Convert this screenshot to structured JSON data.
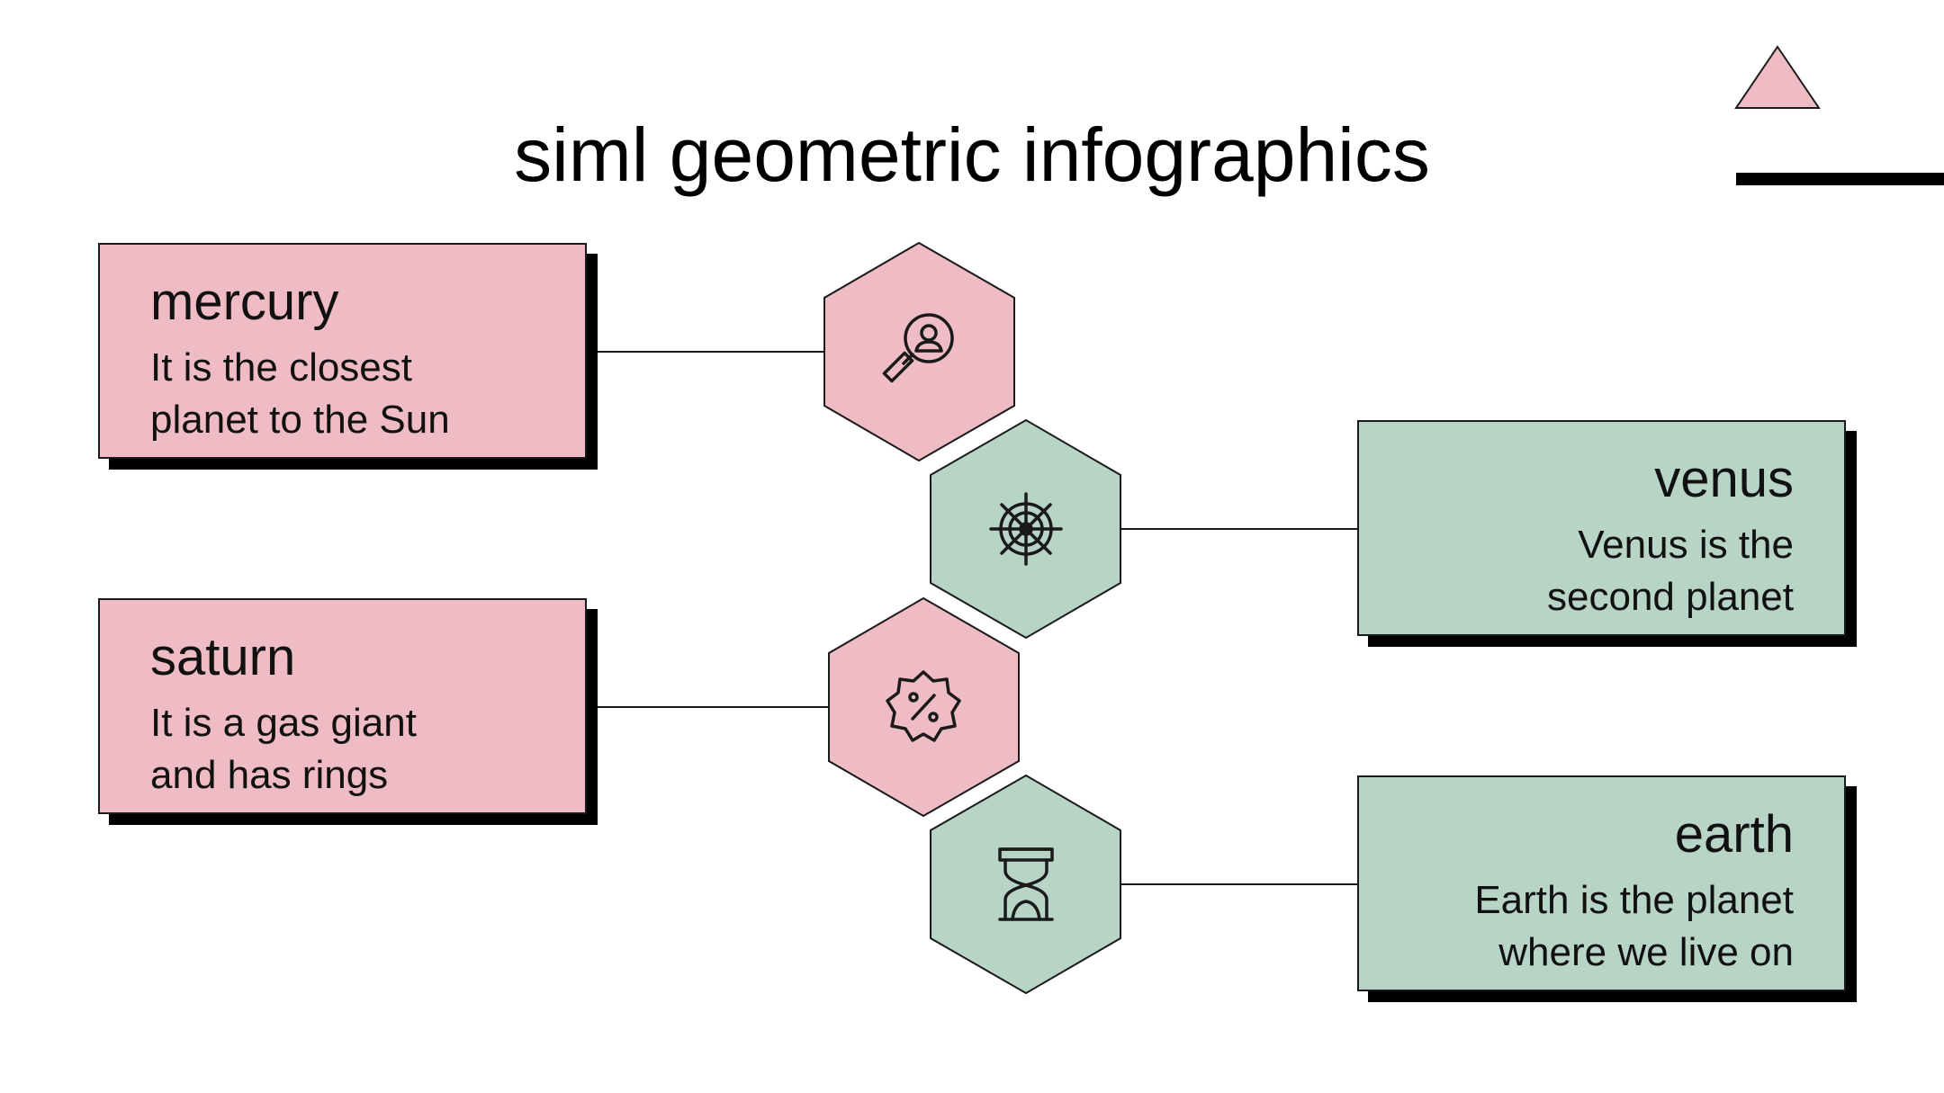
{
  "title": "siml geometric infographics",
  "colors": {
    "pink": "#efbbc4",
    "green": "#b7d4c7",
    "ink": "#1a1a1a"
  },
  "items": [
    {
      "id": "mercury",
      "heading": "mercury",
      "lines": [
        "It is the closest",
        "planet to the Sun"
      ],
      "icon": "person-magnifier-icon",
      "color": "pink"
    },
    {
      "id": "venus",
      "heading": "venus",
      "lines": [
        "Venus is the",
        "second planet"
      ],
      "icon": "ship-wheel-icon",
      "color": "green"
    },
    {
      "id": "saturn",
      "heading": "saturn",
      "lines": [
        "It is a gas giant",
        "and has rings"
      ],
      "icon": "discount-badge-icon",
      "color": "pink"
    },
    {
      "id": "earth",
      "heading": "earth",
      "lines": [
        "Earth is the planet",
        "where we live on"
      ],
      "icon": "hourglass-icon",
      "color": "green"
    }
  ]
}
